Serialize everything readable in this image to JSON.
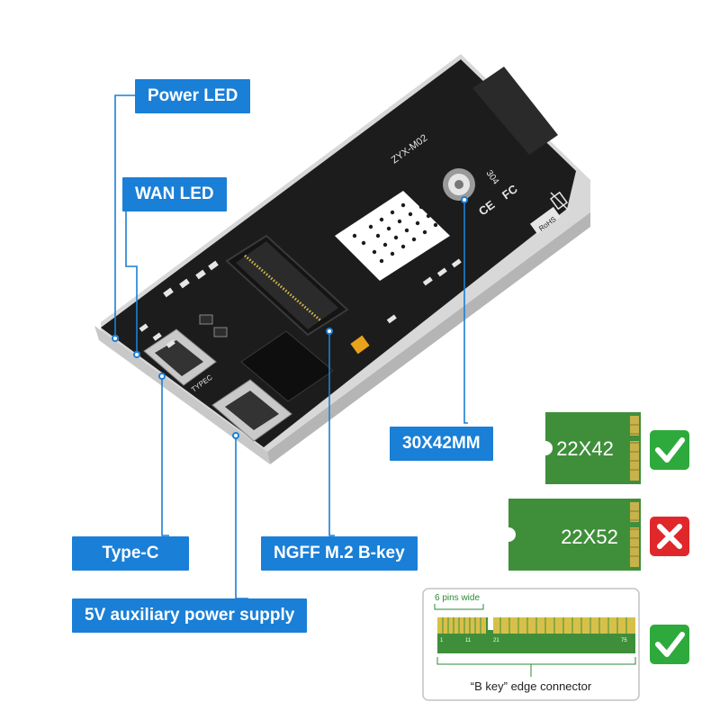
{
  "labels": {
    "power_led": "Power LED",
    "wan_led": "WAN LED",
    "size_main": "30X42MM",
    "type_c": "Type-C",
    "ngff": "NGFF M.2 B-key",
    "aux_power": "5V auxiliary power supply"
  },
  "board": {
    "model": "ZYX-M02",
    "chip_text": "304",
    "typec_silk": "TYPEC",
    "rohs": "RoHS"
  },
  "cards": [
    {
      "size": "22X42",
      "status": "check-icon"
    },
    {
      "size": "22X52",
      "status": "cross-icon"
    }
  ],
  "connector": {
    "pins_label": "6 pins wide",
    "pin_1": "1",
    "pin_11": "11",
    "pin_21": "21",
    "pin_75": "75",
    "caption": "“B key” edge connector",
    "status": "check-icon"
  },
  "colors": {
    "label_blue": "#1a7fd6",
    "card_green": "#3f8f3a",
    "check_green": "#2eaa3c",
    "cross_red": "#e0282a",
    "board_black": "#1b1b1b"
  }
}
